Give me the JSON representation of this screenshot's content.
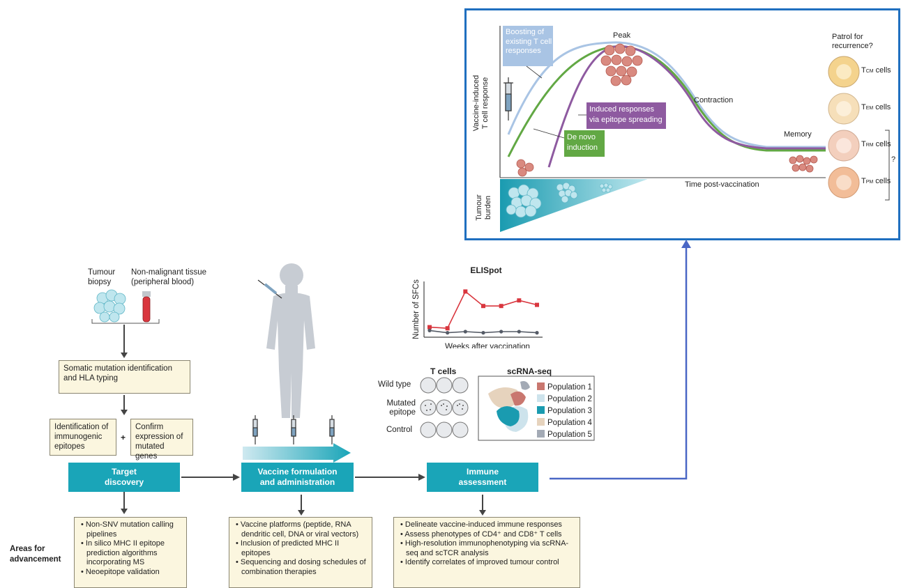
{
  "top_panel": {
    "y_axis_label_line1": "Vaccine-induced",
    "y_axis_label_line2": "T cell response",
    "tumour_label_line1": "Tumour",
    "tumour_label_line2": "burden",
    "boosting_line1": "Boosting of",
    "boosting_line2": "existing T cell",
    "boosting_line3": "responses",
    "peak": "Peak",
    "contraction": "Contraction",
    "memory": "Memory",
    "induced_line1": "Induced responses",
    "induced_line2": "via epitope spreading",
    "denovo_line1": "De novo",
    "denovo_line2": "induction",
    "time_label": "Time post-vaccination",
    "patrol_line1": "Patrol for",
    "patrol_line2": "recurrence?",
    "cells": [
      {
        "main": "T",
        "sub": "CM",
        "suffix": " cells"
      },
      {
        "main": "T",
        "sub": "EM",
        "suffix": " cells"
      },
      {
        "main": "T",
        "sub": "RM",
        "suffix": " cells"
      },
      {
        "main": "T",
        "sub": "PM",
        "suffix": " cells"
      }
    ],
    "question": "?",
    "colors": {
      "boost": "#a9c4e4",
      "induced": "#8e5aa0",
      "denovo": "#62a844",
      "frame": "#1f6fbf",
      "teal": "#1a9bb0"
    }
  },
  "workflow": {
    "tumour_biopsy_line1": "Tumour",
    "tumour_biopsy_line2": "biopsy",
    "nonmalignant_line1": "Non-malignant tissue",
    "nonmalignant_line2": "(peripheral blood)",
    "somatic_line1": "Somatic mutation identification",
    "somatic_line2": "and HLA typing",
    "identification_line1": "Identification of",
    "identification_line2": "immunogenic",
    "identification_line3": "epitopes",
    "plus": "+",
    "confirm_line1": "Confirm",
    "confirm_line2": "expression of",
    "confirm_line3": "mutated genes",
    "stage1_line1": "Target",
    "stage1_line2": "discovery",
    "stage2_line1": "Vaccine formulation",
    "stage2_line2": "and administration",
    "stage3_line1": "Immune",
    "stage3_line2": "assessment",
    "areas_line1": "Areas for",
    "areas_line2": "advancement",
    "bullets1": [
      "Non-SNV mutation calling pipelines",
      "In silico MHC II epitope prediction algorithms incorporating MS",
      "Neoepitope validation"
    ],
    "bullets2": [
      "Vaccine platforms (peptide, RNA dendritic cell, DNA or viral vectors)",
      "Inclusion of predicted MHC II epitopes",
      "Sequencing and dosing schedules of combination therapies"
    ],
    "bullets3": [
      "Delineate vaccine-induced immune responses",
      "Assess phenotypes of CD4⁺ and CD8⁺ T cells",
      "High-resolution immunophenotyping via scRNA-seq and scTCR analysis",
      "Identify correlates of improved tumour control"
    ]
  },
  "assays": {
    "tcells_title": "T cells",
    "rows": [
      "Wild type",
      "Mutated epitope",
      "Control"
    ],
    "mutated_line1": "Mutated",
    "mutated_line2": "epitope",
    "scrna_title": "scRNA-seq",
    "populations": [
      {
        "label": "Population 1",
        "color": "#c9776f"
      },
      {
        "label": "Population 2",
        "color": "#cde3ec"
      },
      {
        "label": "Population 3",
        "color": "#1a9bb0"
      },
      {
        "label": "Population 4",
        "color": "#e6d3bd"
      },
      {
        "label": "Population 5",
        "color": "#a3aab5"
      }
    ]
  },
  "chart_data": {
    "type": "line",
    "title": "ELISpot",
    "xlabel": "Weeks after vaccination",
    "ylabel": "Number of SFCs",
    "x": [
      1,
      2,
      3,
      4,
      5,
      6,
      7
    ],
    "series": [
      {
        "color": "#d9363e",
        "values": [
          0.9,
          0.8,
          4.1,
          2.8,
          2.8,
          3.3,
          2.9
        ]
      },
      {
        "color": "#555b66",
        "values": [
          0.6,
          0.4,
          0.5,
          0.4,
          0.5,
          0.5,
          0.4
        ]
      }
    ],
    "ylim": [
      0,
      5
    ]
  }
}
